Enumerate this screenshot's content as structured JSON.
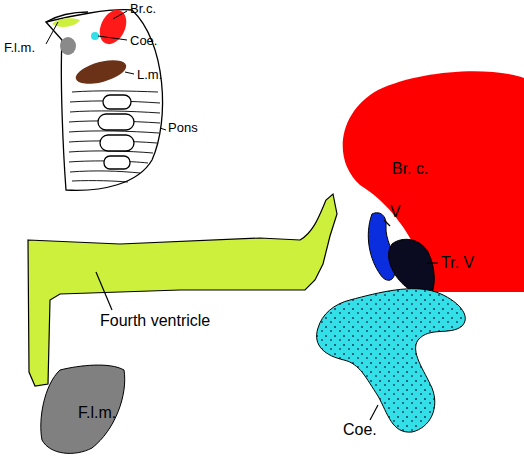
{
  "diagram": {
    "labels": [
      "Br.c.",
      "F.l.m.",
      "Coe.",
      "L.m.",
      "Pons",
      "Br. c.",
      "V",
      "Tr. V",
      "Fourth ventricle",
      "Coe.",
      "F.l.m."
    ]
  }
}
